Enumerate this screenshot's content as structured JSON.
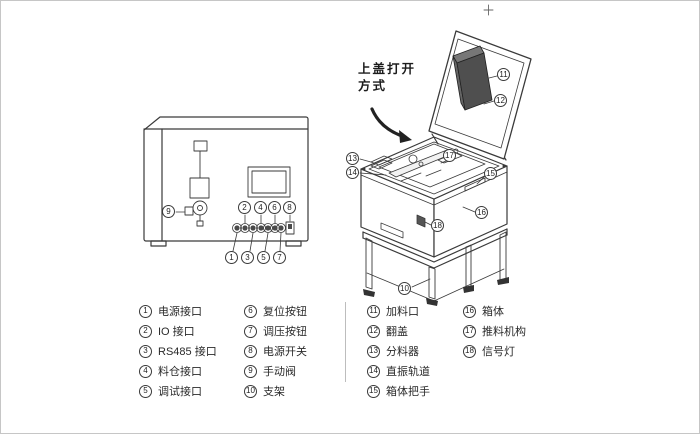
{
  "annotation": {
    "line1": "上盖打开",
    "line2": "方式"
  },
  "legend": {
    "columns": [
      {
        "items": [
          {
            "num": "1",
            "label": "电源接口"
          },
          {
            "num": "2",
            "label": "IO 接口"
          },
          {
            "num": "3",
            "label": "RS485 接口"
          },
          {
            "num": "4",
            "label": "料仓接口"
          },
          {
            "num": "5",
            "label": "调试接口"
          }
        ]
      },
      {
        "items": [
          {
            "num": "6",
            "label": "复位按钮"
          },
          {
            "num": "7",
            "label": "调压按钮"
          },
          {
            "num": "8",
            "label": "电源开关"
          },
          {
            "num": "9",
            "label": "手动阀"
          },
          {
            "num": "10",
            "label": "支架"
          }
        ]
      },
      {
        "items": [
          {
            "num": "11",
            "label": "加料口"
          },
          {
            "num": "12",
            "label": "翻盖"
          },
          {
            "num": "13",
            "label": "分料器"
          },
          {
            "num": "14",
            "label": "直振轨道"
          },
          {
            "num": "15",
            "label": "箱体把手"
          }
        ]
      },
      {
        "items": [
          {
            "num": "16",
            "label": "箱体"
          },
          {
            "num": "17",
            "label": "推料机构"
          },
          {
            "num": "18",
            "label": "信号灯"
          }
        ]
      }
    ]
  },
  "callouts": {
    "n1": "1",
    "n2": "2",
    "n3": "3",
    "n4": "4",
    "n5": "5",
    "n6": "6",
    "n7": "7",
    "n8": "8",
    "n9": "9",
    "n10": "10",
    "n11": "11",
    "n12": "12",
    "n13": "13",
    "n14": "14",
    "n15": "15",
    "n16": "16",
    "n17": "17",
    "n18": "18"
  },
  "colors": {
    "ink": "#3a3a3a",
    "dark_fill": "#4f4f4f"
  }
}
